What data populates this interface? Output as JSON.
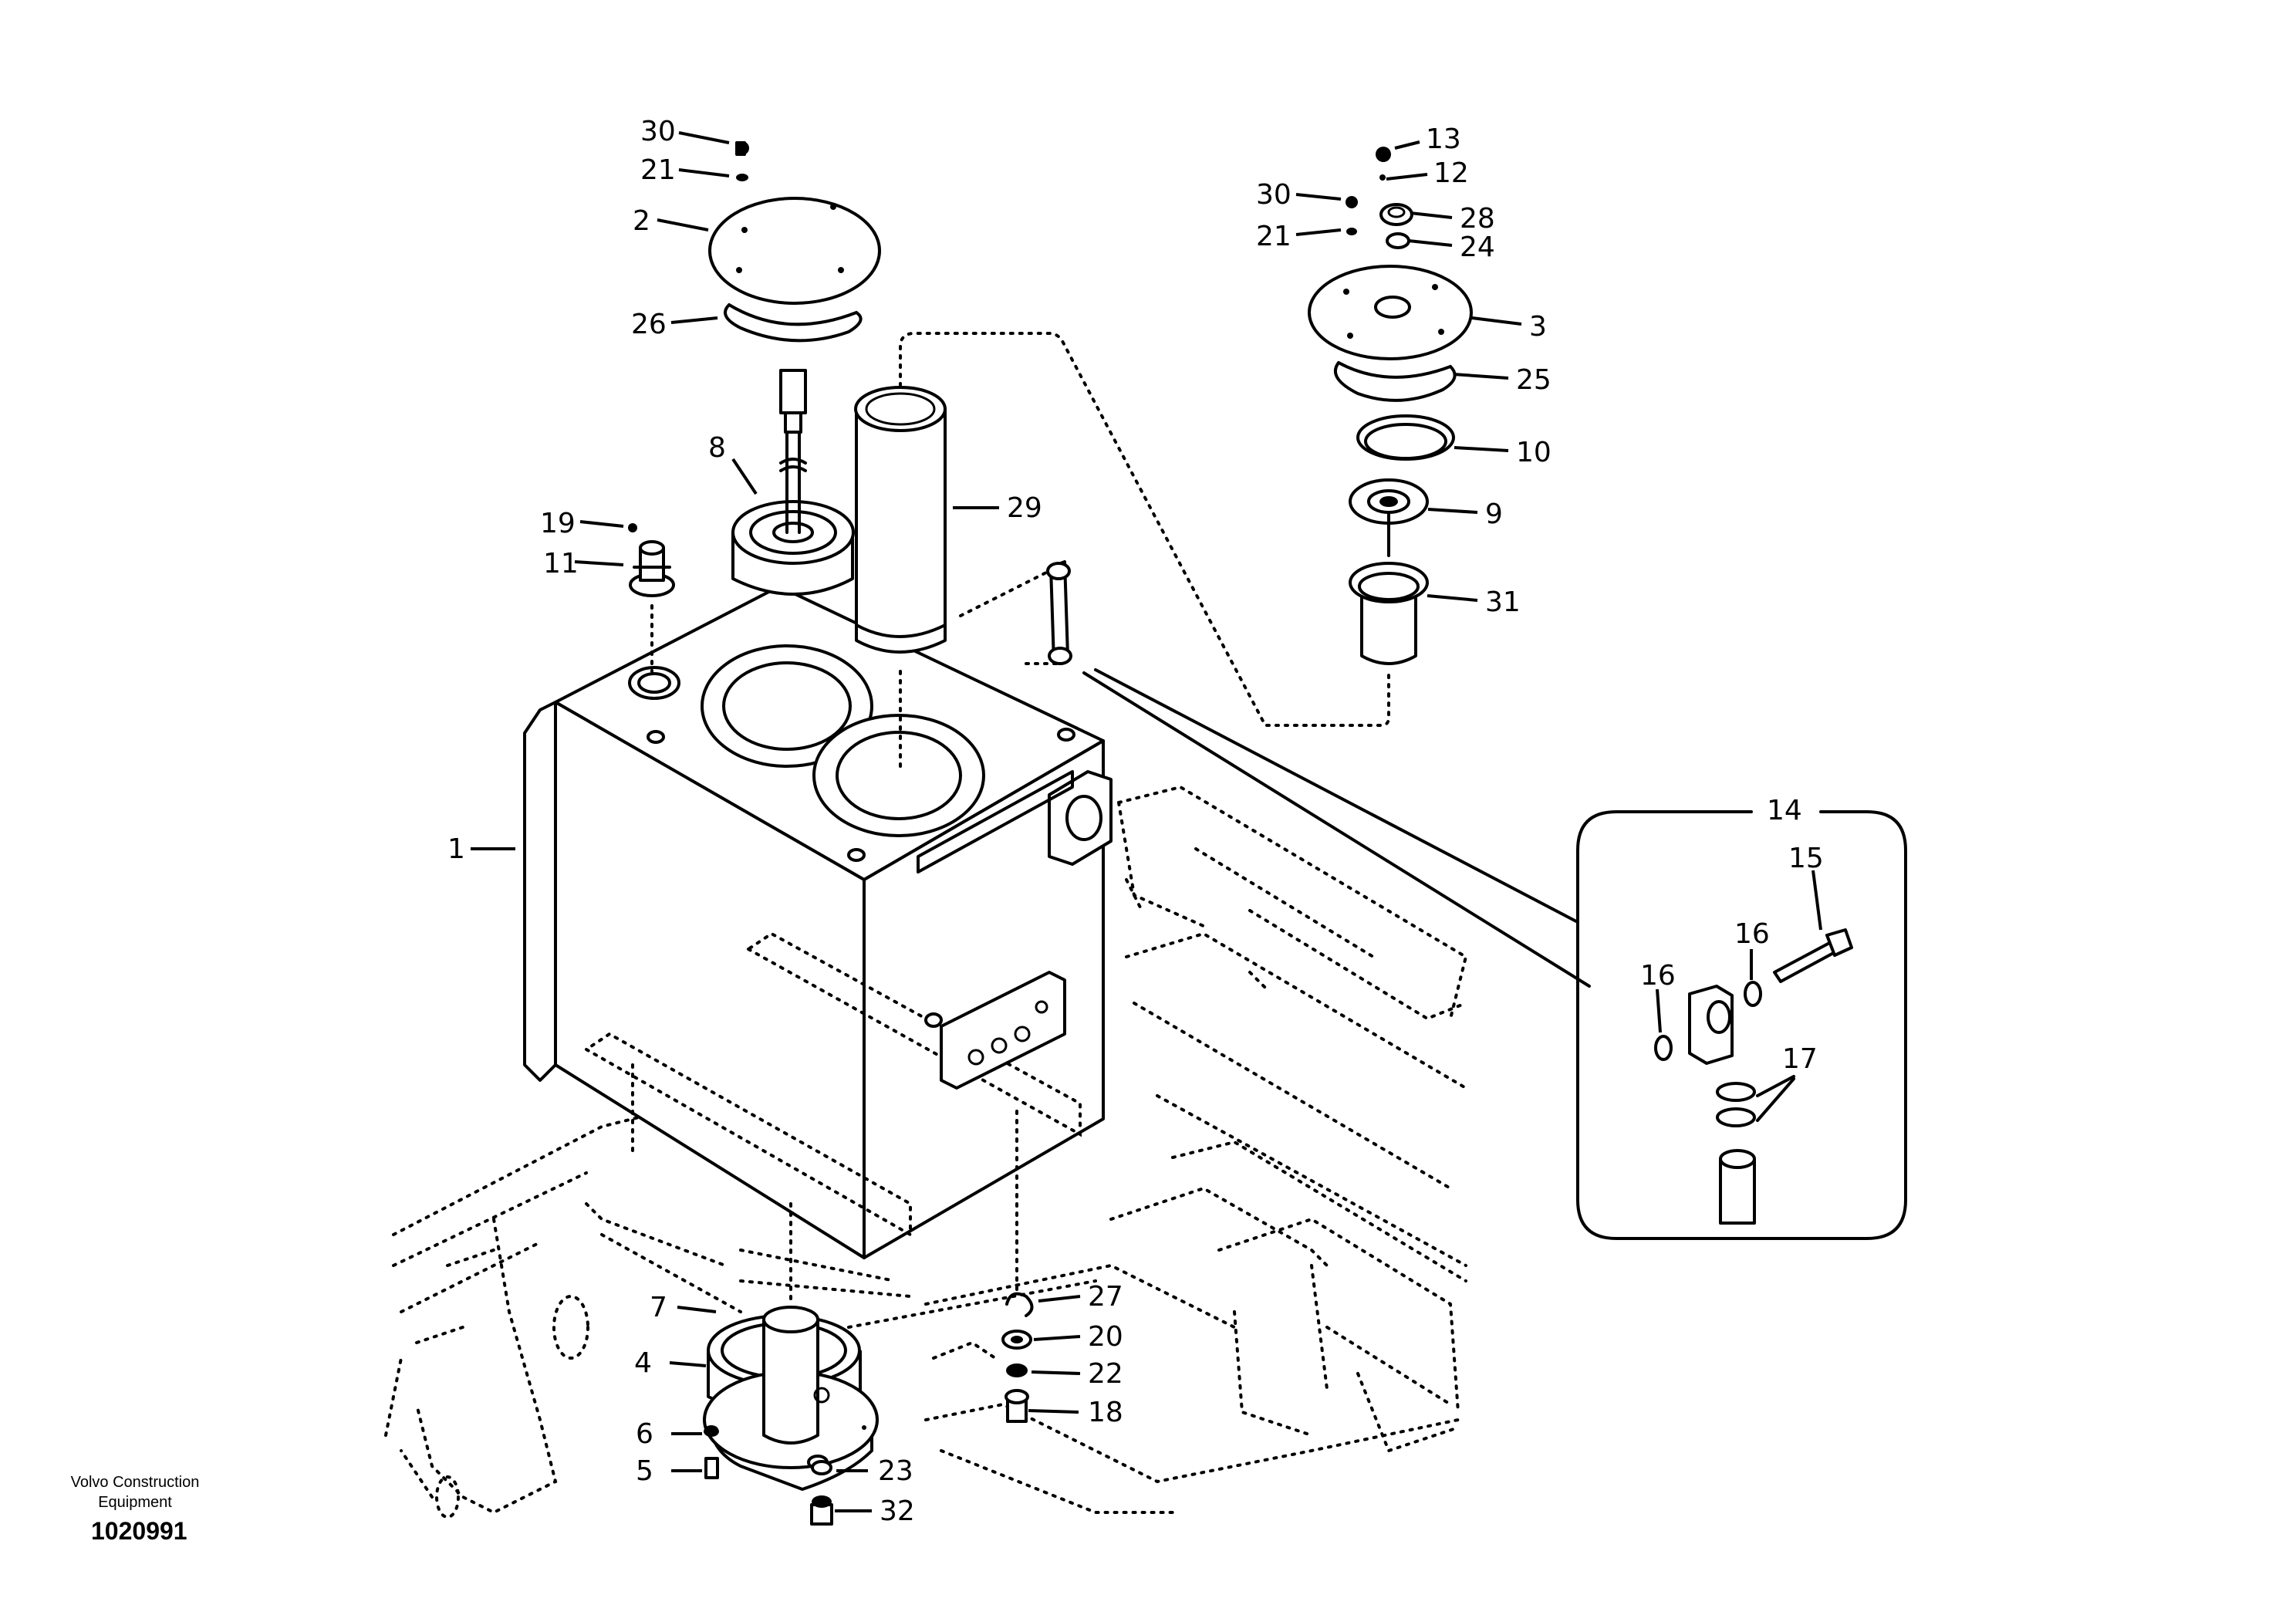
{
  "diagram": {
    "company": "Volvo Construction\nEquipment",
    "drawing_number": "1020991",
    "detail_group_label": "14",
    "callouts": {
      "c1": "1",
      "c2": "2",
      "c3": "3",
      "c4": "4",
      "c5": "5",
      "c6": "6",
      "c7": "7",
      "c8": "8",
      "c9": "9",
      "c10": "10",
      "c11": "11",
      "c12": "12",
      "c13": "13",
      "c15": "15",
      "c16a": "16",
      "c16b": "16",
      "c17": "17",
      "c18": "18",
      "c19": "19",
      "c20": "20",
      "c21a": "21",
      "c21b": "21",
      "c22": "22",
      "c23": "23",
      "c24": "24",
      "c25": "25",
      "c26": "26",
      "c27": "27",
      "c28": "28",
      "c29": "29",
      "c30a": "30",
      "c30b": "30",
      "c31": "31",
      "c32": "32"
    }
  }
}
